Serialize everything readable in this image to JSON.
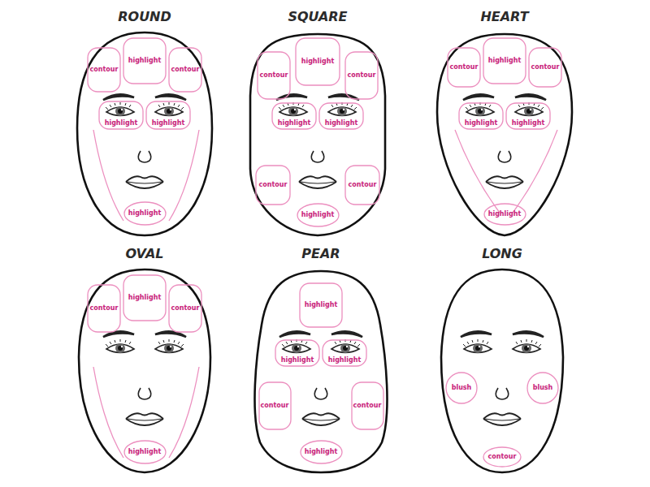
{
  "diagram": {
    "nodes": [
      {
        "text": [
          "ROUND"
        ]
      },
      {
        "text": [
          "contour"
        ],
        "in": 0
      },
      {
        "text": [
          "highlight"
        ],
        "in": 0
      },
      {
        "text": [
          "contour"
        ],
        "in": 0
      },
      {
        "text": [
          "highlight"
        ],
        "in": 0
      },
      {
        "text": [
          "highlight"
        ],
        "in": 0
      },
      {
        "text": [
          "highlight"
        ],
        "in": 0
      },
      {
        "text": [
          "SQUARE"
        ]
      },
      {
        "text": [
          "contour"
        ],
        "in": 7
      },
      {
        "text": [
          "highlight"
        ],
        "in": 7
      },
      {
        "text": [
          "contour"
        ],
        "in": 7
      },
      {
        "text": [
          "highlight"
        ],
        "in": 7
      },
      {
        "text": [
          "highlight"
        ],
        "in": 7
      },
      {
        "text": [
          "contour"
        ],
        "in": 7
      },
      {
        "text": [
          "contour"
        ],
        "in": 7
      },
      {
        "text": [
          "highlight"
        ],
        "in": 7
      },
      {
        "text": [
          "HEART"
        ]
      },
      {
        "text": [
          "contour"
        ],
        "in": 16
      },
      {
        "text": [
          "highlight"
        ],
        "in": 16
      },
      {
        "text": [
          "contour"
        ],
        "in": 16
      },
      {
        "text": [
          "highlight"
        ],
        "in": 16
      },
      {
        "text": [
          "highlight"
        ],
        "in": 16
      },
      {
        "text": [
          "highlight"
        ],
        "in": 16
      },
      {
        "text": [
          "OVAL"
        ]
      },
      {
        "text": [
          "contour"
        ],
        "in": 23
      },
      {
        "text": [
          "highlight"
        ],
        "in": 23
      },
      {
        "text": [
          "contour"
        ],
        "in": 23
      },
      {
        "text": [
          "highlight"
        ],
        "in": 23
      },
      {
        "text": [
          "PEAR"
        ]
      },
      {
        "text": [
          "highlight"
        ],
        "in": 28
      },
      {
        "text": [
          "highlight"
        ],
        "in": 28
      },
      {
        "text": [
          "highlight"
        ],
        "in": 28
      },
      {
        "text": [
          "contour"
        ],
        "in": 28
      },
      {
        "text": [
          "contour"
        ],
        "in": 28
      },
      {
        "text": [
          "highlight"
        ],
        "in": 28
      },
      {
        "text": [
          "LONG"
        ]
      },
      {
        "text": [
          "blush"
        ],
        "in": 35
      },
      {
        "text": [
          "blush"
        ],
        "in": 35
      },
      {
        "text": [
          "contour"
        ],
        "in": 35
      }
    ]
  }
}
